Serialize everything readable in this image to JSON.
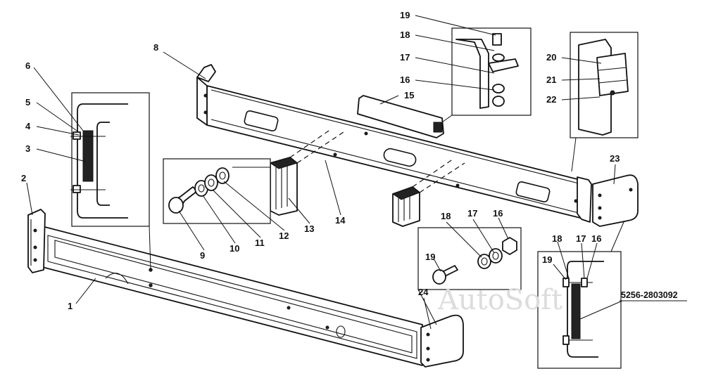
{
  "diagram": {
    "watermark": "AutoSoft",
    "part_code": "5256-2803092",
    "callouts": {
      "c1": "1",
      "c2": "2",
      "c3": "3",
      "c4": "4",
      "c5": "5",
      "c6": "6",
      "c8": "8",
      "c9": "9",
      "c10": "10",
      "c11": "11",
      "c12": "12",
      "c13": "13",
      "c14": "14",
      "c15": "15",
      "c16": "16",
      "c17": "17",
      "c18": "18",
      "c19": "19",
      "c20": "20",
      "c21": "21",
      "c22": "22",
      "c23": "23",
      "c24": "24",
      "c16b": "16",
      "c17b": "17",
      "c18b": "18",
      "c19b": "19",
      "c16c": "16",
      "c17c": "17",
      "c18c": "18",
      "c19c": "19"
    }
  }
}
